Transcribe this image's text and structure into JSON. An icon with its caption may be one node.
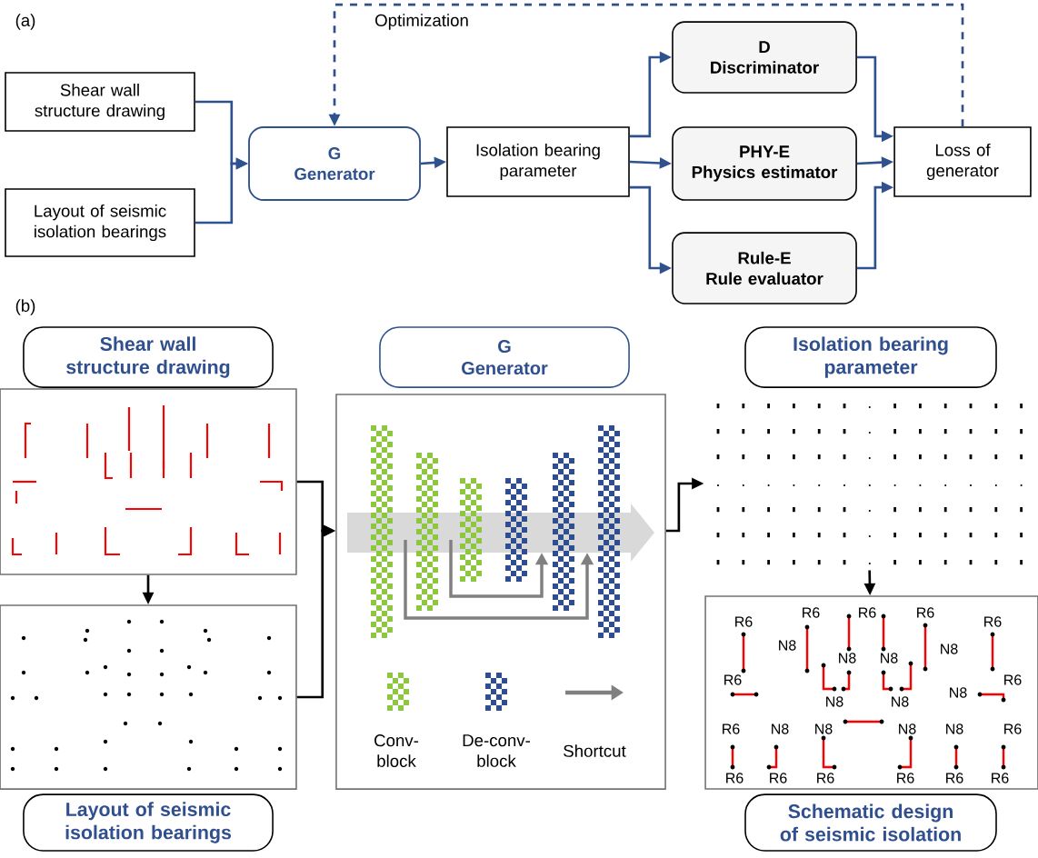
{
  "diagram": {
    "nodes": [
      {
        "text": [
          "Shear wall structure drawing"
        ]
      },
      {
        "text": [
          "Layout of seismic isolation bearings"
        ]
      },
      {
        "text": [
          "G",
          "Generator"
        ]
      },
      {
        "text": [
          "Isolation bearing parameter"
        ]
      },
      {
        "text": [
          "D",
          "Discriminator"
        ]
      },
      {
        "text": [
          "PHY-E",
          "Physics estimator"
        ]
      },
      {
        "text": [
          "Rule-E",
          "Rule evaluator"
        ]
      },
      {
        "text": [
          "Loss of generator"
        ]
      },
      {
        "text": [
          "Shear wall structure drawing"
        ]
      },
      {
        "text": [],
        "shape": "picture"
      },
      {
        "text": [
          "G",
          "Generator"
        ]
      },
      {
        "text": [],
        "shape": "box"
      },
      {
        "text": [
          "Isolation bearing parameter"
        ]
      },
      {
        "text": [],
        "shape": "picture"
      },
      {
        "text": [],
        "shape": "picture"
      },
      {
        "text": [
          "Layout of seismic isolation bearings"
        ]
      },
      {
        "text": [],
        "shape": "picture"
      },
      {
        "text": [
          "Schematic design of seismic isolation"
        ]
      }
    ],
    "edges": [
      {
        "from": 0,
        "to": 2,
        "arrow": "to"
      },
      {
        "from": 1,
        "to": 2,
        "arrow": "to"
      },
      {
        "from": 2,
        "to": 3,
        "arrow": "to"
      },
      {
        "from": 3,
        "to": 4,
        "arrow": "to"
      },
      {
        "from": 3,
        "to": 5,
        "arrow": "to"
      },
      {
        "from": 3,
        "to": 6,
        "arrow": "to"
      },
      {
        "from": 4,
        "to": 7,
        "arrow": "to"
      },
      {
        "from": 5,
        "to": 7,
        "arrow": "to"
      },
      {
        "from": 6,
        "to": 7,
        "arrow": "to"
      },
      {
        "from": 7,
        "to": 2,
        "arrow": "to",
        "label": "Optimization",
        "style": "dashed"
      },
      {
        "from": 9,
        "to": 14,
        "arrow": "to",
        "color": "#000000"
      },
      {
        "from": 9,
        "to": 11,
        "arrow": "to",
        "color": "#000000"
      },
      {
        "from": 14,
        "to": 11,
        "arrow": "to",
        "color": "#000000"
      },
      {
        "from": 11,
        "to": 13,
        "arrow": "to",
        "color": "#000000"
      },
      {
        "from": 13,
        "to": 16,
        "arrow": "to",
        "color": "#000000"
      }
    ],
    "labels": [
      "(a)",
      "(b)",
      "R6",
      "R6",
      "R6",
      "R6",
      "R6",
      "N8",
      "N8",
      "N8",
      "N8",
      "R6",
      "R6",
      "N8",
      "N8",
      "N8",
      "R6",
      "N8",
      "N8",
      "N8",
      "N8",
      "R6",
      "R6",
      "R6",
      "R6",
      "R6",
      "R6",
      "R6"
    ],
    "legend": [
      {
        "text": "Conv-block"
      },
      {
        "text": "De-conv-block"
      },
      {
        "text": "Shortcut"
      }
    ]
  }
}
